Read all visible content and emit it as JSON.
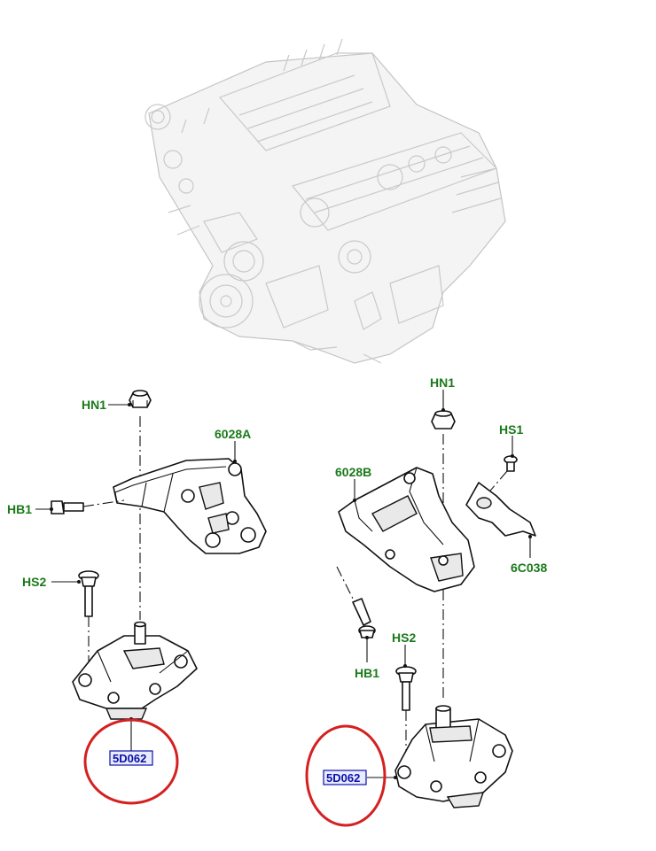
{
  "callouts": {
    "left_hn1": "HN1",
    "left_6028a": "6028A",
    "left_hb1": "HB1",
    "left_hs2": "HS2",
    "left_5d062": "5D062",
    "right_hn1": "HN1",
    "right_hs1": "HS1",
    "right_6028b": "6028B",
    "right_6c038": "6C038",
    "right_hs2": "HS2",
    "right_hb1": "HB1",
    "right_5d062": "5D062"
  },
  "colors": {
    "callout_text": "#1a7a1a",
    "part_box_text": "#0a10a8",
    "highlight_ring": "#d42020",
    "engine_linework": "#c9c9c9"
  }
}
